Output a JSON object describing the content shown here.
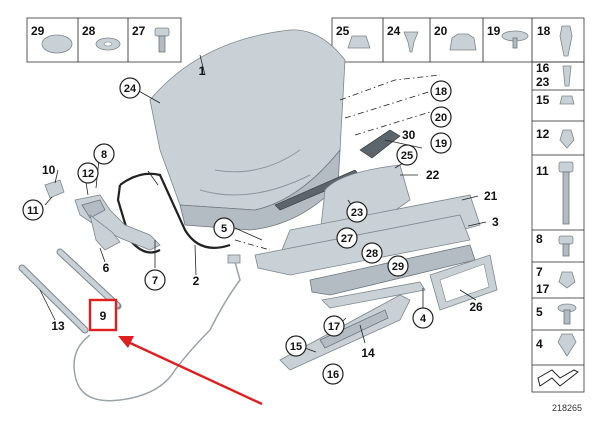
{
  "image_number": "218265",
  "highlight": {
    "label": "9",
    "color": "#e02020"
  },
  "small_parts_top_left": [
    "29",
    "28",
    "27"
  ],
  "small_parts_top_right": [
    "25",
    "24",
    "20",
    "19",
    "18"
  ],
  "small_parts_right_column": [
    "16",
    "23",
    "15",
    "12",
    "11",
    "8",
    "7",
    "17",
    "5",
    "4"
  ],
  "callouts": [
    "24",
    "1",
    "18",
    "20",
    "19",
    "30",
    "25",
    "22",
    "21",
    "3",
    "23",
    "27",
    "28",
    "29",
    "10",
    "8",
    "12",
    "11",
    "5",
    "6",
    "7",
    "2",
    "13",
    "4",
    "26",
    "17",
    "15",
    "14",
    "16"
  ]
}
